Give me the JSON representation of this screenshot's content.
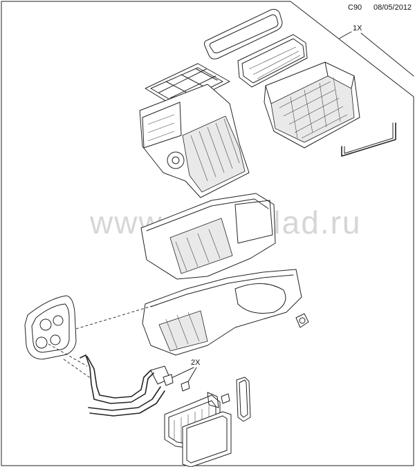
{
  "header": {
    "code": "C90",
    "date": "08/05/2012"
  },
  "callouts": {
    "kit_quantity": "1X",
    "clip_quantity": "2X"
  },
  "watermark": {
    "text": "www.autosklad.ru"
  }
}
